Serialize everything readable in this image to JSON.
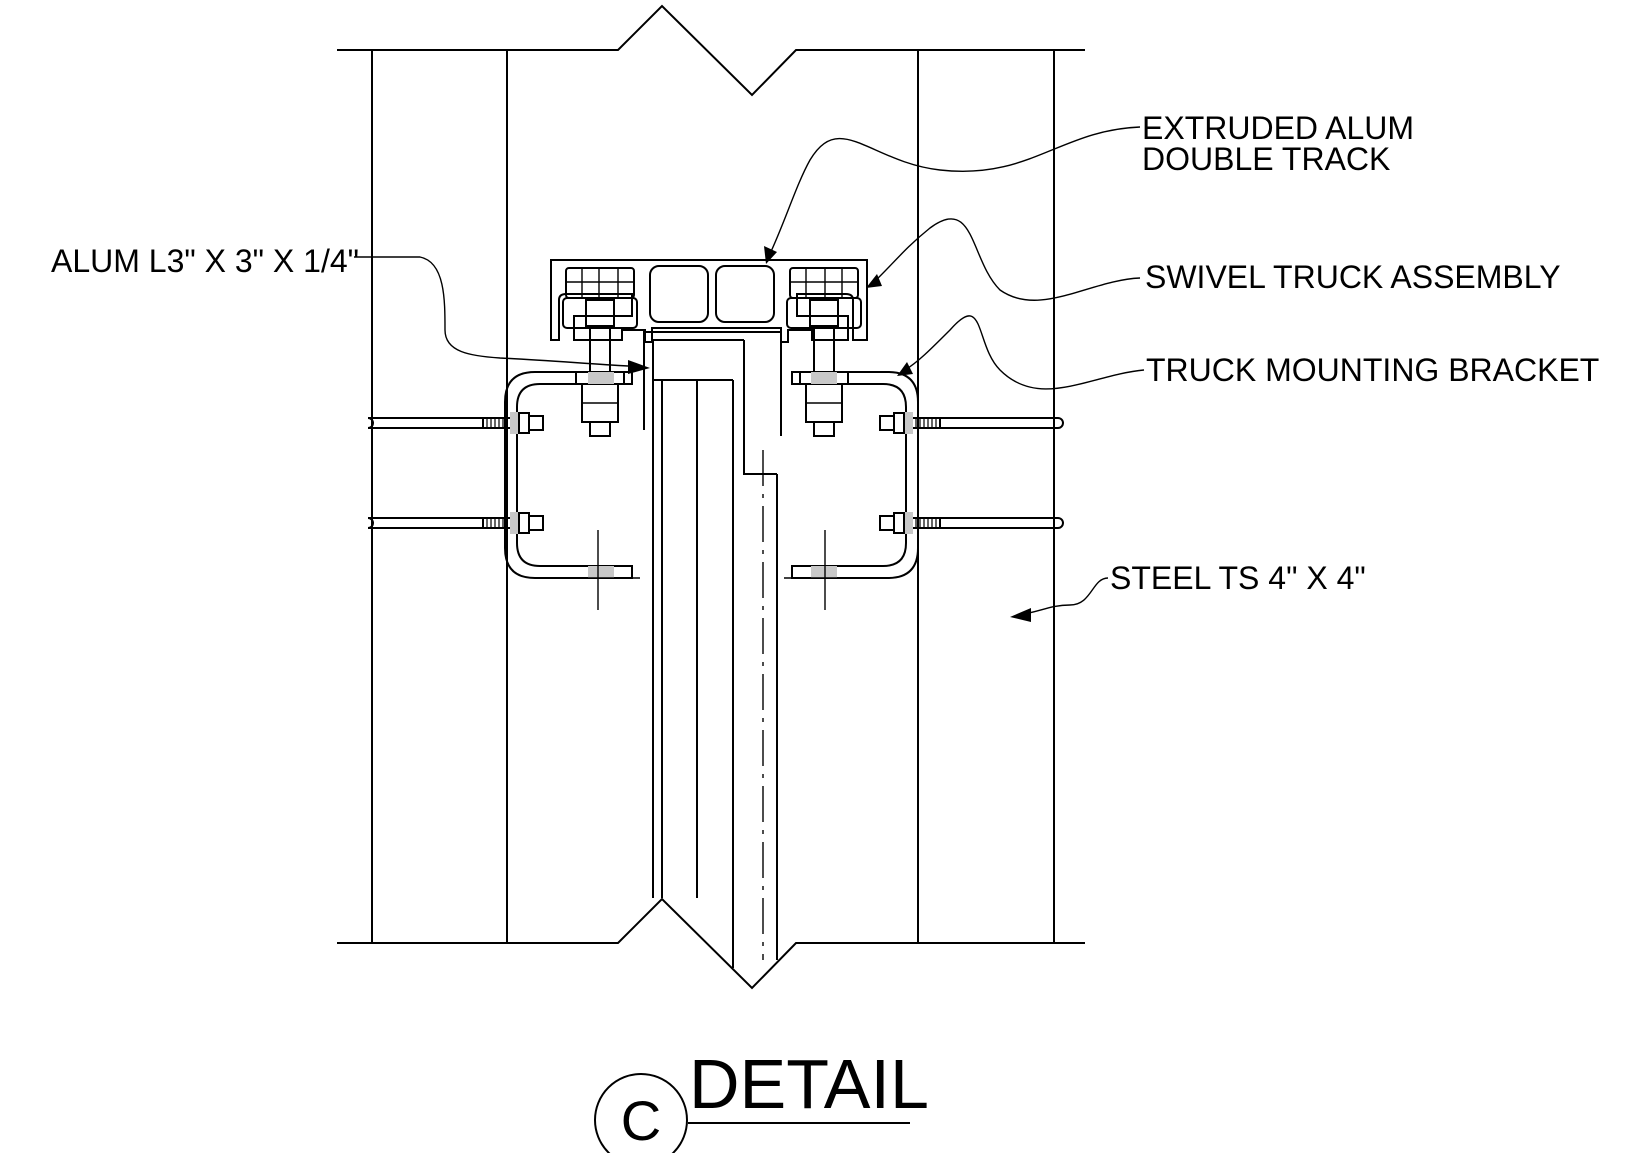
{
  "labels": {
    "double_track_line1": "EXTRUDED ALUM",
    "double_track_line2": "DOUBLE TRACK",
    "swivel_truck": "SWIVEL TRUCK ASSEMBLY",
    "mounting_bracket": "TRUCK MOUNTING BRACKET",
    "angle": "ALUM L3\" X 3\" X 1/4\"",
    "steel_tube": "STEEL TS 4\" X 4\""
  },
  "title": {
    "text": "DETAIL",
    "detail_letter": "C"
  }
}
